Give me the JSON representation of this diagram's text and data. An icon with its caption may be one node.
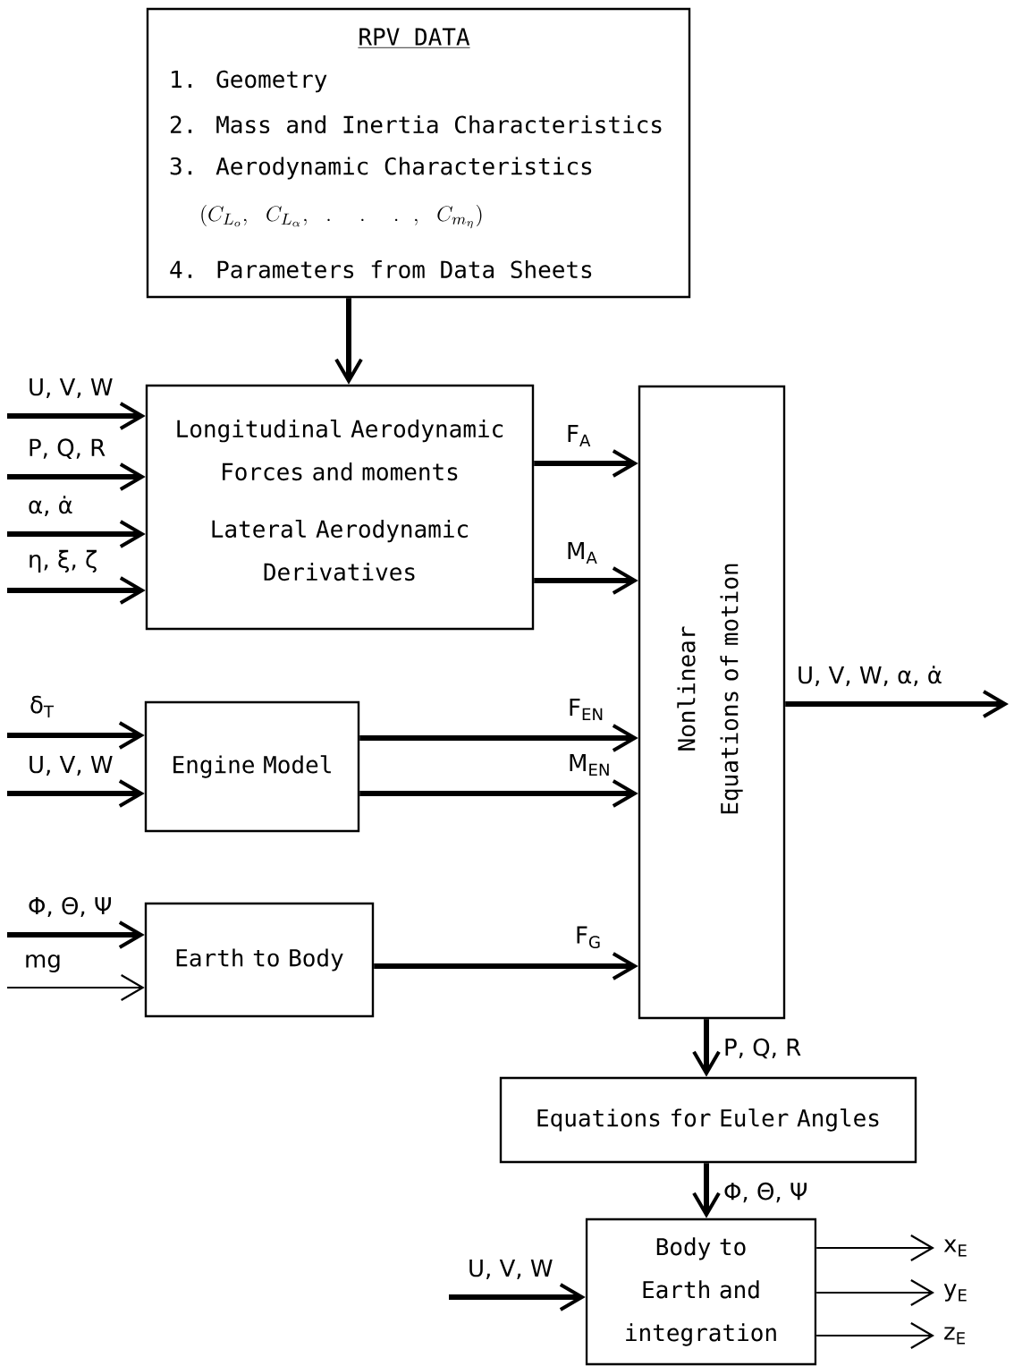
{
  "diagram": {
    "nodes": [
      {
        "text": [
          "RPV DATA",
          "1. Geometry",
          "2. Mass and Inertia Characteristics",
          "3. Aerodynamic Characteristics",
          "(C_{L_o},\\ C_{L_\\alpha},\\ .\\ \\ .\\ \\ .\\ ,\\ C_{m_\\eta})",
          "4. Parameters from Data Sheets"
        ]
      },
      {
        "text": [
          "Longitudinal Aerodynamic Forces and moments",
          "Lateral Aerodynamic Derivatives"
        ]
      },
      {
        "text": [
          "Nonlinear Equations of motion"
        ]
      },
      {
        "text": [
          "Engine Model"
        ]
      },
      {
        "text": [
          "Earth to Body"
        ]
      },
      {
        "text": [
          "Equations for Euler Angles"
        ]
      },
      {
        "text": [
          "Body to Earth and integration"
        ]
      }
    ],
    "edges": [
      {
        "from": 0,
        "to": 1,
        "arrow": "to"
      },
      {
        "from": null,
        "to": 1,
        "arrow": "to",
        "label": "U, V, W"
      },
      {
        "from": null,
        "to": 1,
        "arrow": "to",
        "label": "P, Q, R"
      },
      {
        "from": null,
        "to": 1,
        "arrow": "to",
        "label": "α, α̇"
      },
      {
        "from": null,
        "to": 1,
        "arrow": "to",
        "label": "η, ξ, ζ"
      },
      {
        "from": 1,
        "to": 2,
        "arrow": "to",
        "label": "F$_{A}$"
      },
      {
        "from": 1,
        "to": 2,
        "arrow": "to",
        "label": "M$_{A}$"
      },
      {
        "from": null,
        "to": 3,
        "arrow": "to",
        "label": "δ$_{T}$"
      },
      {
        "from": null,
        "to": 3,
        "arrow": "to",
        "label": "U, V, W"
      },
      {
        "from": 3,
        "to": 2,
        "arrow": "to",
        "label": "F$_{EN}$"
      },
      {
        "from": 3,
        "to": 2,
        "arrow": "to",
        "label": "M$_{EN}$"
      },
      {
        "from": null,
        "to": 4,
        "arrow": "to",
        "label": "Φ, Θ, Ψ"
      },
      {
        "from": null,
        "to": 4,
        "arrow": "to",
        "label": "mg"
      },
      {
        "from": 4,
        "to": 2,
        "arrow": "to",
        "label": "F$_{G}$"
      },
      {
        "from": 2,
        "to": null,
        "arrow": "to",
        "label": "U, V, W, α, α̇"
      },
      {
        "from": 2,
        "to": 5,
        "arrow": "to",
        "label": "P, Q, R"
      },
      {
        "from": 5,
        "to": 6,
        "arrow": "to",
        "label": "Φ, Θ, Ψ"
      },
      {
        "from": null,
        "to": 6,
        "arrow": "to",
        "label": "U, V, W"
      },
      {
        "from": 6,
        "to": null,
        "arrow": "to",
        "label": "x$_{E}$"
      },
      {
        "from": 6,
        "to": null,
        "arrow": "to",
        "label": "y$_{E}$"
      },
      {
        "from": 6,
        "to": null,
        "arrow": "to",
        "label": "z$_{E}$"
      }
    ]
  }
}
